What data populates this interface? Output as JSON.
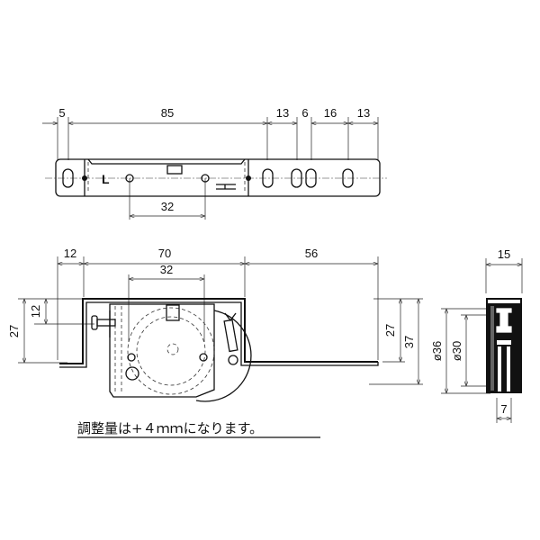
{
  "top_view": {
    "dims": [
      "5",
      "85",
      "13",
      "6",
      "16",
      "13"
    ],
    "hole_pitch": "32",
    "side_mark": "L"
  },
  "side_view": {
    "dims_top": [
      "12",
      "70",
      "56"
    ],
    "hole_pitch": "32",
    "dims_left": [
      "27",
      "12"
    ],
    "dims_right": [
      "27",
      "37"
    ]
  },
  "end_view": {
    "width": "15",
    "outer_diameter": "ø36",
    "wheel_diameter": "ø30",
    "tread_width": "7"
  },
  "note": "調整量は+４ｍｍになります。"
}
